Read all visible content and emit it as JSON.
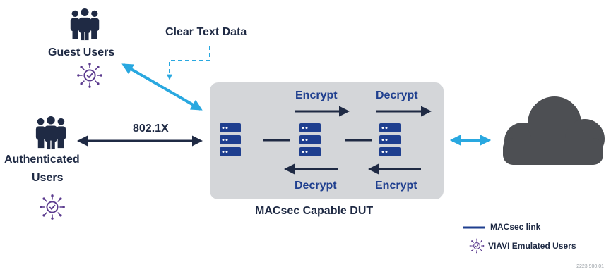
{
  "labels": {
    "clear_text": "Clear Text Data",
    "guest_users": "Guest Users",
    "authenticated_users_line1": "Authenticated",
    "authenticated_users_line2": "Users",
    "protocol": "802.1X",
    "dut": "MACsec Capable DUT",
    "encrypt_top_left": "Encrypt",
    "decrypt_top_right": "Decrypt",
    "decrypt_bottom_left": "Decrypt",
    "encrypt_bottom_right": "Encrypt"
  },
  "legend": {
    "macsec_link": "MACsec link",
    "viavi_users": "VIAVI Emulated Users"
  },
  "figure_id": "2223.900.01",
  "colors": {
    "navy": "#1f2a44",
    "dark_blue": "#1f3f8f",
    "cyan": "#29a8e0",
    "purple": "#5b3a8e",
    "dut_gray": "#d4d6d9",
    "cloud_gray": "#4d4f53"
  },
  "icons": [
    "users-group-icon",
    "viavi-emulated-user-icon",
    "server-icon",
    "cloud-icon"
  ]
}
